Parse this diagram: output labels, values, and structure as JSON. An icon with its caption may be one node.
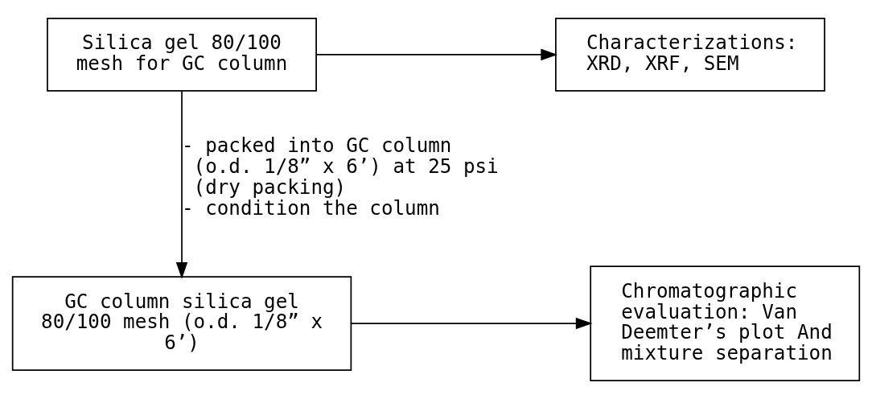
{
  "diagram": {
    "nodes": [
      {
        "text": [
          "Silica gel 80/100 mesh for GC column"
        ]
      },
      {
        "text": [
          "Characterizations: XRD, XRF, SEM"
        ]
      },
      {
        "text": [
          "GC column silica gel 80/100 mesh (o.d. 1/8” x 6’)"
        ]
      },
      {
        "text": [
          "Chromatographic evaluation: Van Deemter’s plot And mixture separation"
        ]
      }
    ],
    "edges": [
      {
        "from": 0,
        "to": 1,
        "arrow": "to"
      },
      {
        "from": 0,
        "to": 2,
        "arrow": "to",
        "label": "- packed into GC column (o.d. 1/8” x 6’) at 25 psi (dry packing) - condition the column"
      },
      {
        "from": 2,
        "to": 3,
        "arrow": "to"
      }
    ]
  }
}
